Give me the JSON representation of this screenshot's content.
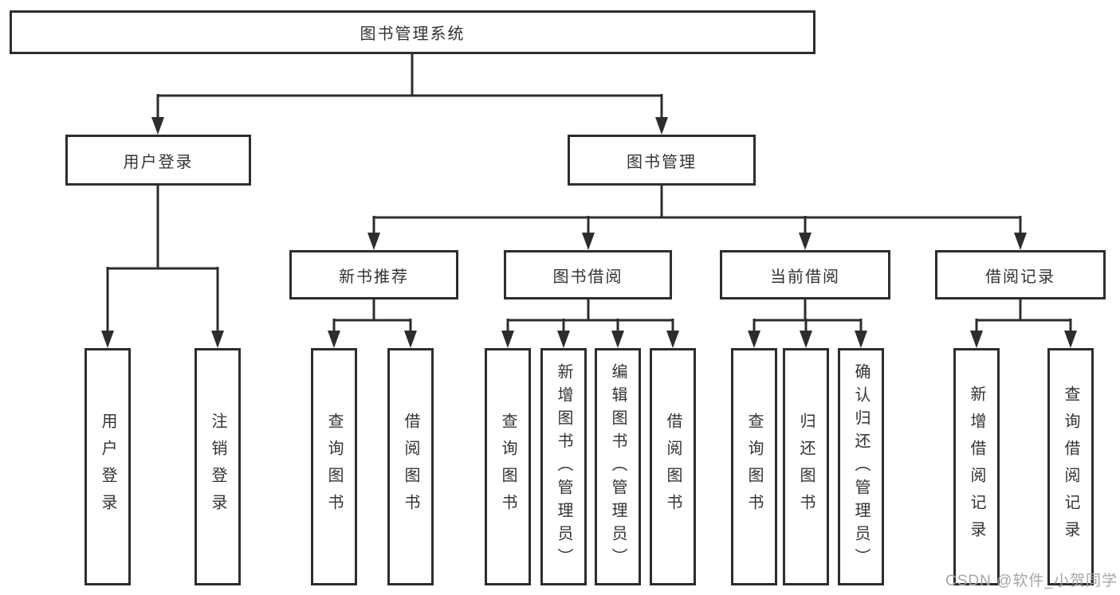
{
  "diagram_title": "图书管理系统",
  "watermark": "CSDN @软件_小贺同学",
  "colors": {
    "line": "#2d2d2d",
    "text": "#333333",
    "background": "#ffffff",
    "watermark": "#a6a6a6"
  },
  "tree": {
    "label": "图书管理系统",
    "children": [
      {
        "label": "用户登录",
        "children": [
          {
            "label": "用户登录"
          },
          {
            "label": "注销登录"
          }
        ]
      },
      {
        "label": "图书管理",
        "children": [
          {
            "label": "新书推荐",
            "children": [
              {
                "label": "查询图书"
              },
              {
                "label": "借阅图书"
              }
            ]
          },
          {
            "label": "图书借阅",
            "children": [
              {
                "label": "查询图书"
              },
              {
                "label": "新增图书（管理员）"
              },
              {
                "label": "编辑图书（管理员）"
              },
              {
                "label": "借阅图书"
              }
            ]
          },
          {
            "label": "当前借阅",
            "children": [
              {
                "label": "查询图书"
              },
              {
                "label": "归还图书"
              },
              {
                "label": "确认归还（管理员）"
              }
            ]
          },
          {
            "label": "借阅记录",
            "children": [
              {
                "label": "新增借阅记录"
              },
              {
                "label": "查询借阅记录"
              }
            ]
          }
        ]
      }
    ]
  }
}
